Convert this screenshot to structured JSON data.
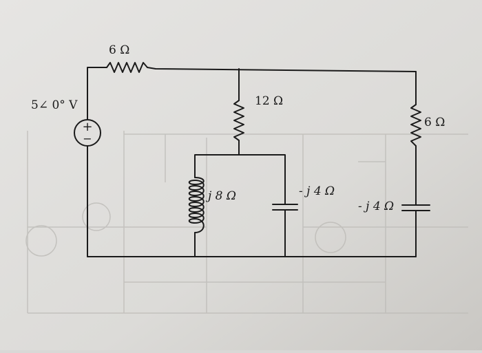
{
  "labels": {
    "source_voltage": "5∠ 0° V",
    "source_plus": "+",
    "source_minus": "−",
    "r_top": "6 Ω",
    "r_mid": "12 Ω",
    "r_right": "6 Ω",
    "inductor": "j 8 Ω",
    "cap_mid": "- j 4 Ω",
    "cap_right": "- j 4 Ω"
  },
  "colors": {
    "paper": "#d9d8d6",
    "ink": "#1a1a1a",
    "bleed": "#b9b7b3"
  }
}
